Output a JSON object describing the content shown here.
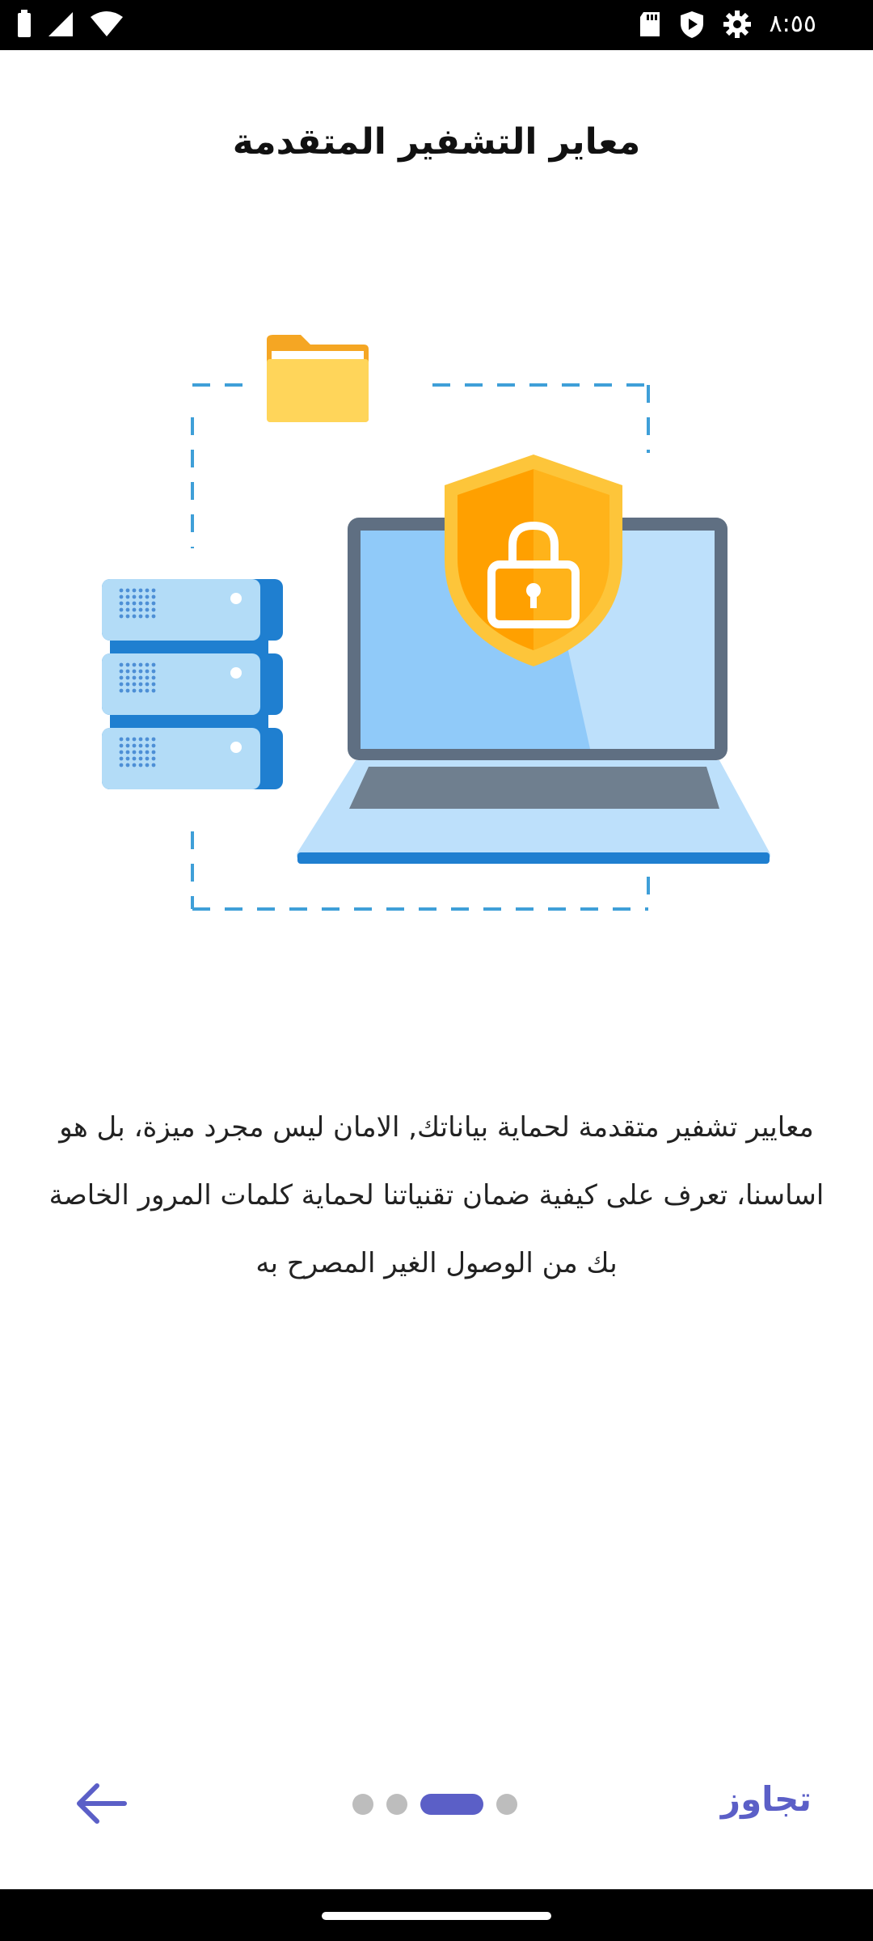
{
  "status_bar": {
    "time": "٨:٥٥",
    "left_icons": [
      "battery-icon",
      "signal-icon",
      "wifi-icon"
    ],
    "right_icons": [
      "sd-card-icon",
      "shield-play-icon",
      "settings-gear-icon"
    ]
  },
  "onboarding": {
    "title": "معاير التشفير المتقدمة",
    "description": "معايير تشفير متقدمة لحماية بياناتك, الامان ليس مجرد ميزة، بل هو اساسنا، تعرف على كيفية ضمان تقنياتنا لحماية كلمات المرور الخاصة بك من الوصول الغير المصرح به",
    "illustration_icons": [
      "folder-icon",
      "server-stack-icon",
      "laptop-icon",
      "shield-lock-icon"
    ],
    "page_indicator": {
      "total": 4,
      "current": 3
    }
  },
  "navigation": {
    "skip_label": "تجاوز",
    "back_icon": "arrow-left-icon"
  },
  "colors": {
    "accent": "#5b5fc7",
    "dot_inactive": "#bdbdbd",
    "shield_yellow": "#fdc53a",
    "laptop_blue": "#90caf9",
    "server_blue": "#1976d2"
  }
}
